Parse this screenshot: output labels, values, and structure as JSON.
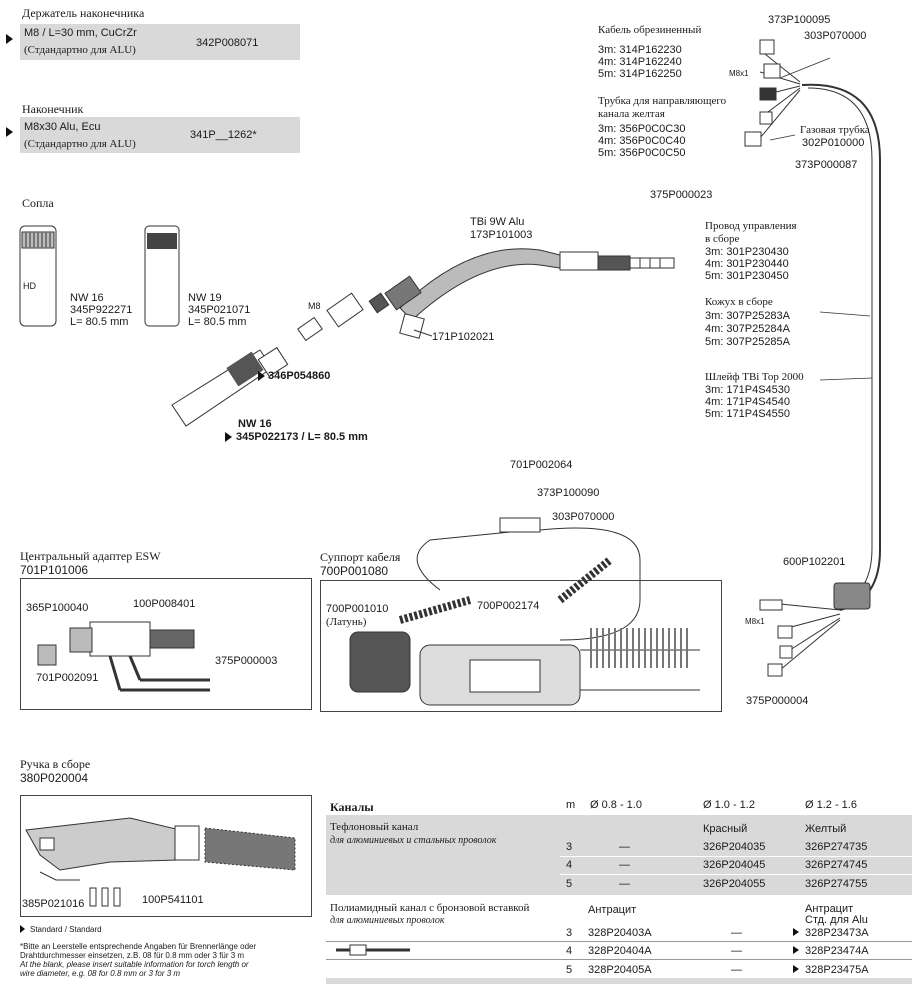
{
  "holder": {
    "title": "Держатель наконечника",
    "spec": "M8 / L=30 mm, CuCrZr",
    "std": "(Стдандартно для ALU)",
    "code": "342P008071"
  },
  "tip": {
    "title": "Наконечник",
    "spec": "M8x30 Alu, Ecu",
    "std": "(Стдандартно для ALU)",
    "code": "341P__1262*"
  },
  "nozzles": {
    "title": "Сопла",
    "hd": "HD",
    "n1": {
      "nw": "NW 16",
      "code": "345P922271",
      "len": "L= 80.5 mm"
    },
    "n2": {
      "nw": "NW 19",
      "code": "345P021071",
      "len": "L= 80.5 mm"
    }
  },
  "torch": {
    "title": "TBi 9W Alu",
    "code": "173P101003",
    "m8": "M8",
    "part171": "171P102021",
    "part346": "346P054860",
    "nw16": "NW 16",
    "part345": "345P022173 / L= 80.5 mm"
  },
  "cable": {
    "rubber_title": "Кабель обрезиненный",
    "rubber": [
      "3m: 314P162230",
      "4m: 314P162240",
      "5m: 314P162250"
    ],
    "m8x1": "M8x1",
    "p373a": "373P100095",
    "p303a": "303P070000",
    "tube_title1": "Трубка для направляющего",
    "tube_title2": "канала желтая",
    "tube": [
      "3m: 356P0C0C30",
      "4m: 356P0C0C40",
      "5m: 356P0C0C50"
    ],
    "gas_title": "Газовая трубка",
    "gas_code": "302P010000",
    "p373b": "373P000087",
    "p375a": "375P000023",
    "ctrl_title1": "Провод управления",
    "ctrl_title2": "в сборе",
    "ctrl": [
      "3m: 301P230430",
      "4m: 301P230440",
      "5m: 301P230450"
    ],
    "cover_title": "Кожух в сборе",
    "cover": [
      "3m: 307P25283A",
      "4m: 307P25284A",
      "5m: 307P25285A"
    ],
    "loop_title": "Шлейф TBi Top 2000",
    "loop": [
      "3m: 171P4S4530",
      "4m: 171P4S4540",
      "5m: 171P4S4550"
    ]
  },
  "mid": {
    "p701": "701P002064",
    "p373": "373P100090",
    "p303": "303P070000"
  },
  "adapter": {
    "title1": "Центральный адаптер ESW",
    "title2": "701P101006",
    "p365": "365P100040",
    "p100": "100P008401",
    "p375": "375P000003",
    "p701": "701P002091"
  },
  "support": {
    "title1": "Суппорт кабеля",
    "title2": "700P001080",
    "p700a": "700P001010",
    "brass": "(Латунь)",
    "p700b": "700P002174"
  },
  "rightbottom": {
    "p600": "600P102201",
    "m8x1": "M8x1",
    "p375": "375P000004"
  },
  "handle": {
    "title1": "Ручка в сборе",
    "title2": "380P020004",
    "p385": "385P021016",
    "p100": "100P541101",
    "std_note": "Standard / Standard",
    "note1": "*Bitte an Leerstelle entsprechende Angaben für Brennerlänge oder",
    "note2": "Drahtdurchmesser einsetzen, z.B. 08 für 0.8 mm oder 3 für 3 m",
    "note3": "At the blank, please insert suitable information for torch length or",
    "note4": "wire diameter, e.g. 08 for 0.8 mm or 3 for 3 m"
  },
  "channels": {
    "title": "Каналы",
    "col_m": "m",
    "col1": "Ø 0.8 - 1.0",
    "col2": "Ø 1.0 - 1.2",
    "col3": "Ø 1.2 - 1.6",
    "teflon_title": "Тефлоновый канал",
    "teflon_sub": "для алюминиевых и стальных проволок",
    "teflon_h2": "Красный",
    "teflon_h3": "Желтый",
    "teflon_rows": [
      {
        "m": "3",
        "c1": "—",
        "c2": "326P204035",
        "c3": "326P274735"
      },
      {
        "m": "4",
        "c1": "—",
        "c2": "326P204045",
        "c3": "326P274745"
      },
      {
        "m": "5",
        "c1": "—",
        "c2": "326P204055",
        "c3": "326P274755"
      }
    ],
    "poly_title": "Полиамидный канал с бронзовой вставкой",
    "poly_sub": "для алюминиевых проволок",
    "poly_h1": "Антрацит",
    "poly_h3a": "Антрацит",
    "poly_h3b": "Стд. для Alu",
    "poly_rows": [
      {
        "m": "3",
        "c1": "328P20403A",
        "c2": "—",
        "c3": "328P23473A"
      },
      {
        "m": "4",
        "c1": "328P20404A",
        "c2": "—",
        "c3": "328P23474A"
      },
      {
        "m": "5",
        "c1": "328P20405A",
        "c2": "—",
        "c3": "328P23475A"
      }
    ]
  }
}
